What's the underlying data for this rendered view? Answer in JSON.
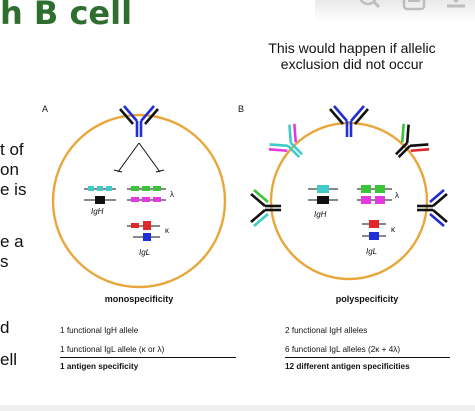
{
  "slide": {
    "title_partial": "h B cell",
    "note": "This would happen if allelic exclusion did not occur",
    "left_fragments": [
      "t of",
      "on",
      "e is",
      "e a",
      "s",
      "d",
      "ell"
    ]
  },
  "figure": {
    "panel_a": {
      "letter": "A",
      "heavy_label": "IgH",
      "light_label": "IgL",
      "lambda": "λ",
      "kappa": "κ",
      "caption": "monospecificity",
      "rows": [
        "1 functional IgH allele",
        "1 functional IgL allele (κ or λ)"
      ],
      "total": "1 antigen specificity"
    },
    "panel_b": {
      "letter": "B",
      "heavy_label": "IgH",
      "light_label": "IgL",
      "lambda": "λ",
      "kappa": "κ",
      "caption": "polyspecificity",
      "rows": [
        "2 functional IgH alleles",
        "6 functional IgL alleles (2κ + 4λ)"
      ],
      "total": "12 different antigen specificities"
    }
  },
  "toolbar": {
    "icons": [
      "search-icon",
      "menu-icon",
      "download-icon"
    ]
  },
  "colors": {
    "title": "#2e6e2f",
    "cell_outline": "#e9a63a",
    "heavy": "#3ecbc9",
    "lambda": "#39c43a",
    "magenta": "#e23ae0",
    "kappa": "#e02828",
    "light_blue": "#1f2fd6"
  }
}
